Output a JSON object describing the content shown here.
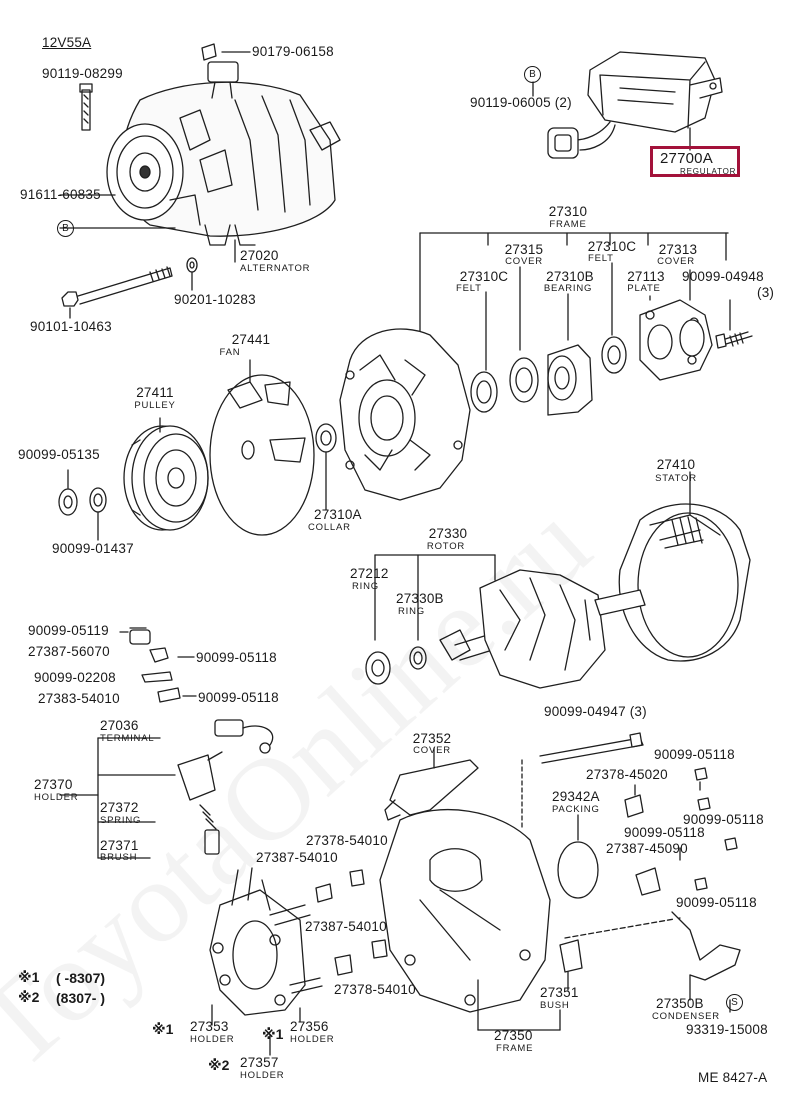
{
  "model": "12V55A",
  "watermark": "ToyotaOnline.ru",
  "highlight_color": "#a3123a",
  "parts": [
    {
      "key": "p_90179_06158",
      "number": "90179-06158"
    },
    {
      "key": "p_90119_08299",
      "number": "90119-08299"
    },
    {
      "key": "p_90119_06005",
      "number": "90119-06005 (2)"
    },
    {
      "key": "p_27700A",
      "number": "27700A",
      "name": "REGULATOR",
      "highlighted": true
    },
    {
      "key": "p_91611_60835",
      "number": "91611-60835"
    },
    {
      "key": "p_27020",
      "number": "27020",
      "name": "ALTERNATOR"
    },
    {
      "key": "p_27310",
      "number": "27310",
      "name": "FRAME"
    },
    {
      "key": "p_27315",
      "number": "27315",
      "name": "COVER"
    },
    {
      "key": "p_27310C_b",
      "number": "27310C",
      "name": "FELT"
    },
    {
      "key": "p_27313",
      "number": "27313",
      "name": "COVER"
    },
    {
      "key": "p_27310C_a",
      "number": "27310C",
      "name": "FELT"
    },
    {
      "key": "p_27310B",
      "number": "27310B",
      "name": "BEARING"
    },
    {
      "key": "p_27113",
      "number": "27113",
      "name": "PLATE"
    },
    {
      "key": "p_90099_04948",
      "number": "90099-04948"
    },
    {
      "key": "p_qty3a",
      "number": "(3)"
    },
    {
      "key": "p_90201_10283",
      "number": "90201-10283"
    },
    {
      "key": "p_90101_10463",
      "number": "90101-10463"
    },
    {
      "key": "p_27441",
      "number": "27441",
      "name": "FAN"
    },
    {
      "key": "p_27411",
      "number": "27411",
      "name": "PULLEY"
    },
    {
      "key": "p_90099_05135",
      "number": "90099-05135"
    },
    {
      "key": "p_27410",
      "number": "27410",
      "name": "STATOR"
    },
    {
      "key": "p_27310A",
      "number": "27310A",
      "name": "COLLAR"
    },
    {
      "key": "p_90099_01437",
      "number": "90099-01437"
    },
    {
      "key": "p_27330",
      "number": "27330",
      "name": "ROTOR"
    },
    {
      "key": "p_27212",
      "number": "27212",
      "name": "RING"
    },
    {
      "key": "p_27330B",
      "number": "27330B",
      "name": "RING"
    },
    {
      "key": "p_90099_05119",
      "number": "90099-05119"
    },
    {
      "key": "p_27387_56070",
      "number": "27387-56070"
    },
    {
      "key": "p_90099_05118_a",
      "number": "90099-05118"
    },
    {
      "key": "p_90099_02208",
      "number": "90099-02208"
    },
    {
      "key": "p_27383_54010",
      "number": "27383-54010"
    },
    {
      "key": "p_90099_05118_b",
      "number": "90099-05118"
    },
    {
      "key": "p_90099_04947",
      "number": "90099-04947 (3)"
    },
    {
      "key": "p_27036",
      "number": "27036",
      "name": "TERMINAL"
    },
    {
      "key": "p_27352",
      "number": "27352",
      "name": "COVER"
    },
    {
      "key": "p_90099_05118_c",
      "number": "90099-05118"
    },
    {
      "key": "p_27378_45020",
      "number": "27378-45020"
    },
    {
      "key": "p_27370",
      "number": "27370",
      "name": "HOLDER"
    },
    {
      "key": "p_29342A",
      "number": "29342A",
      "name": "PACKING"
    },
    {
      "key": "p_27372",
      "number": "27372",
      "name": "SPRING"
    },
    {
      "key": "p_90099_05118_d",
      "number": "90099-05118"
    },
    {
      "key": "p_90099_05118_e",
      "number": "90099-05118"
    },
    {
      "key": "p_27378_54010_a",
      "number": "27378-54010"
    },
    {
      "key": "p_27371",
      "number": "27371",
      "name": "BRUSH"
    },
    {
      "key": "p_27387_45090",
      "number": "27387-45090"
    },
    {
      "key": "p_27387_54010_a",
      "number": "27387-54010"
    },
    {
      "key": "p_90099_05118_f",
      "number": "90099-05118"
    },
    {
      "key": "p_27387_54010_b",
      "number": "27387-54010"
    },
    {
      "key": "p_27378_54010_b",
      "number": "27378-54010"
    },
    {
      "key": "p_27351",
      "number": "27351",
      "name": "BUSH"
    },
    {
      "key": "p_27350B",
      "number": "27350B",
      "name": "CONDENSER"
    },
    {
      "key": "p_93319_15008",
      "number": "93319-15008"
    },
    {
      "key": "p_27353",
      "number": "27353",
      "name": "HOLDER"
    },
    {
      "key": "p_27356",
      "number": "27356",
      "name": "HOLDER"
    },
    {
      "key": "p_27350",
      "number": "27350",
      "name": "FRAME"
    },
    {
      "key": "p_27357",
      "number": "27357",
      "name": "HOLDER"
    }
  ],
  "markers": {
    "b1": "B",
    "b2": "B",
    "s": "S",
    "m1": "※1",
    "m2": "※1",
    "m3": "※2"
  },
  "legend": {
    "l1_mark": "※1",
    "l1_text": "(     -8307)",
    "l2_mark": "※2",
    "l2_text": "(8307-        )"
  },
  "footer_code": "ME  8427-A"
}
